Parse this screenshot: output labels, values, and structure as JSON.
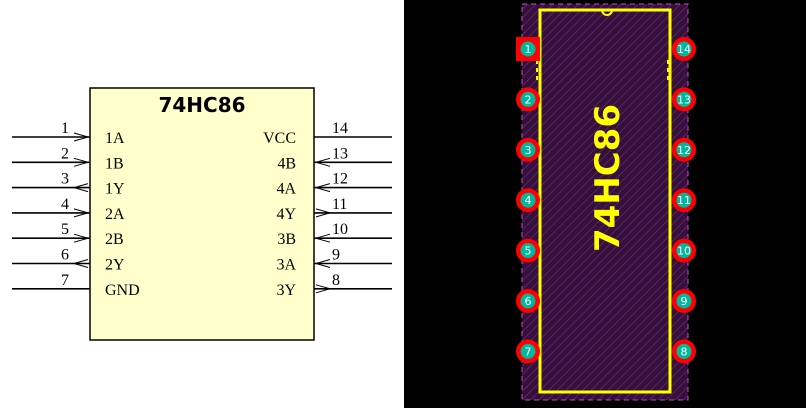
{
  "schematic": {
    "part_name": "74HC86",
    "body_fill": "#ffffcc",
    "left_pins": [
      {
        "number": "1",
        "name": "1A",
        "dir": "in"
      },
      {
        "number": "2",
        "name": "1B",
        "dir": "in"
      },
      {
        "number": "3",
        "name": "1Y",
        "dir": "out"
      },
      {
        "number": "4",
        "name": "2A",
        "dir": "in"
      },
      {
        "number": "5",
        "name": "2B",
        "dir": "in"
      },
      {
        "number": "6",
        "name": "2Y",
        "dir": "out"
      },
      {
        "number": "7",
        "name": "GND",
        "dir": "power"
      }
    ],
    "right_pins": [
      {
        "number": "14",
        "name": "VCC",
        "dir": "power"
      },
      {
        "number": "13",
        "name": "4B",
        "dir": "in"
      },
      {
        "number": "12",
        "name": "4A",
        "dir": "in"
      },
      {
        "number": "11",
        "name": "4Y",
        "dir": "out"
      },
      {
        "number": "10",
        "name": "3B",
        "dir": "in"
      },
      {
        "number": "9",
        "name": "3A",
        "dir": "in"
      },
      {
        "number": "8",
        "name": "3Y",
        "dir": "out"
      }
    ]
  },
  "pcb": {
    "label": "74HC86",
    "background": "#000000",
    "silkscreen_color": "#ffff00",
    "courtyard_color": "#cc44cc",
    "body_fill": "#33113a",
    "pad_color": "#ff0000",
    "pad_label_color": "#00b89c",
    "left_pads": [
      "1",
      "2",
      "3",
      "4",
      "5",
      "6",
      "7"
    ],
    "right_pads": [
      "14",
      "13",
      "12",
      "11",
      "10",
      "9",
      "8"
    ],
    "pad1_shape": "square"
  }
}
